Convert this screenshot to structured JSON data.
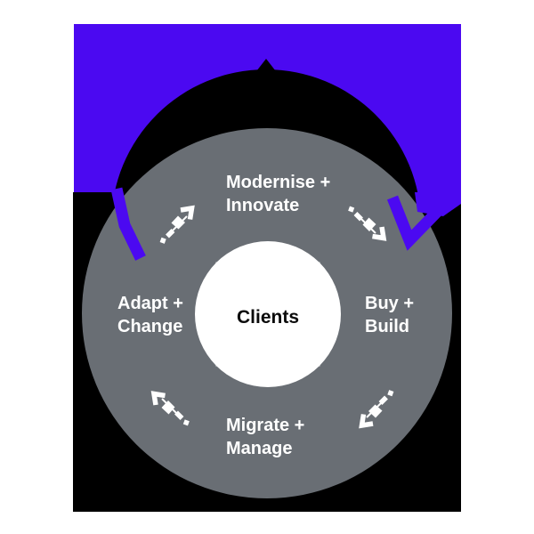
{
  "diagram": {
    "type": "circular-flow",
    "flow_direction": "clockwise",
    "center": {
      "label": "Clients"
    },
    "segments": [
      {
        "position": "top",
        "line1": "Modernise +",
        "line2": "Innovate"
      },
      {
        "position": "right",
        "line1": "Buy +",
        "line2": "Build"
      },
      {
        "position": "bottom",
        "line1": "Migrate +",
        "line2": "Manage"
      },
      {
        "position": "left",
        "line1": "Adapt +",
        "line2": "Change"
      }
    ],
    "icons": [
      "flow-arrow-up-right-icon",
      "flow-arrow-down-right-icon",
      "flow-arrow-down-left-icon",
      "flow-arrow-up-left-icon"
    ],
    "colors": {
      "accent_purple": "#4B09F1",
      "ring_gray": "#696E74",
      "arc_black": "#000000",
      "center_white": "#FFFFFF"
    }
  }
}
